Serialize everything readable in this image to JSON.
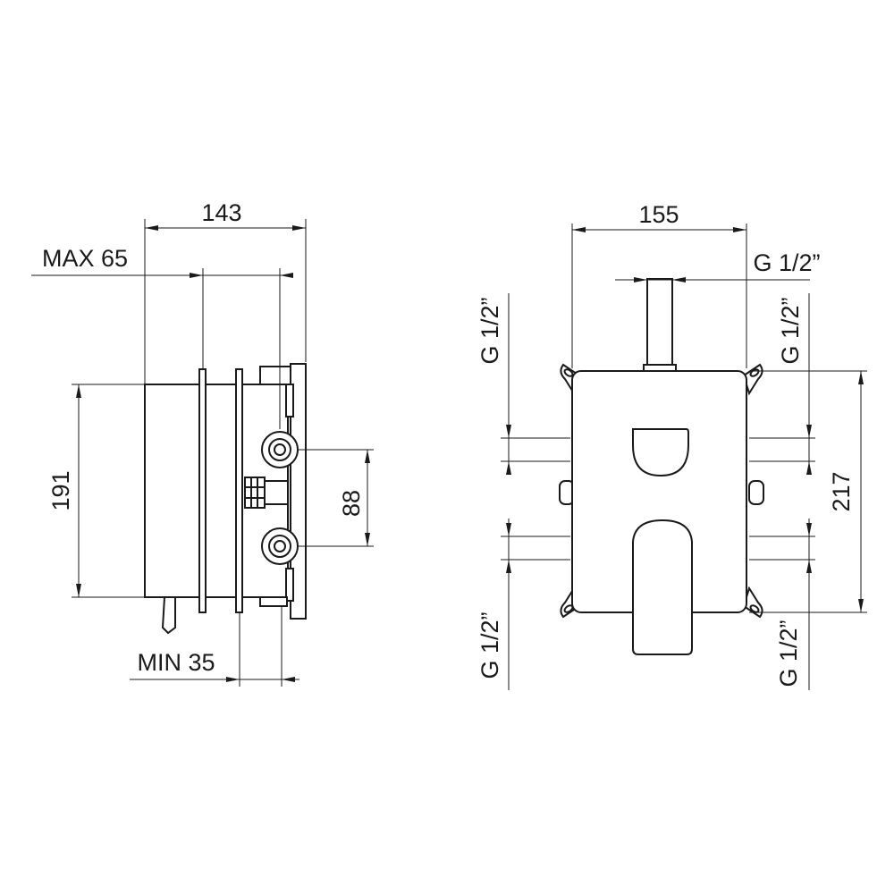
{
  "side_view": {
    "dimensions": {
      "total_depth": "143",
      "max_depth": "MAX 65",
      "height": "191",
      "outlet_spacing": "88",
      "min_depth": "MIN 35"
    }
  },
  "front_view": {
    "dimensions": {
      "width": "155",
      "height": "217",
      "top_connection": "G 1/2”",
      "left_upper_connection": "G 1/2”",
      "left_lower_connection": "G 1/2”",
      "right_upper_connection": "G 1/2”",
      "right_lower_connection": "G 1/2”"
    }
  },
  "colors": {
    "line": "#1a1a1a",
    "background": "#ffffff"
  }
}
